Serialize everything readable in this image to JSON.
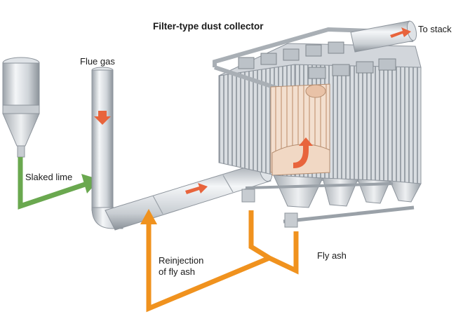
{
  "labels": {
    "title": "Filter-type dust collector",
    "to_stack": "To stack",
    "flue_gas": "Flue gas",
    "slaked_lime": "Slaked lime",
    "reinjection_line1": "Reinjection",
    "reinjection_line2": "of fly ash",
    "fly_ash": "Fly ash"
  },
  "colors": {
    "lime_flow": "#6aa84f",
    "ash_flow": "#f0921e",
    "gas_arrow": "#e8643c",
    "metal_light": "#e9ecef",
    "metal_mid": "#c5cad0",
    "metal_dark": "#8d949c"
  }
}
